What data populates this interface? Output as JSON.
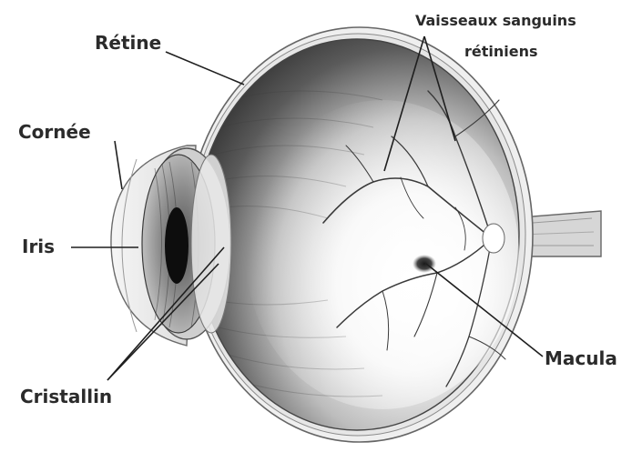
{
  "diagram": {
    "labels": {
      "retine": "Rétine",
      "cornee": "Cornée",
      "iris": "Iris",
      "cristallin": "Cristallin",
      "macula": "Macula",
      "vaisseaux_line1": "Vaisseaux sanguins",
      "vaisseaux_line2": "rétiniens"
    },
    "colors": {
      "label": "#2b2b2b",
      "leader": "#1f1f1f",
      "sclera_dark": "#3a3a3a",
      "sclera_light": "#f2f2f2",
      "outline": "#555555"
    }
  }
}
